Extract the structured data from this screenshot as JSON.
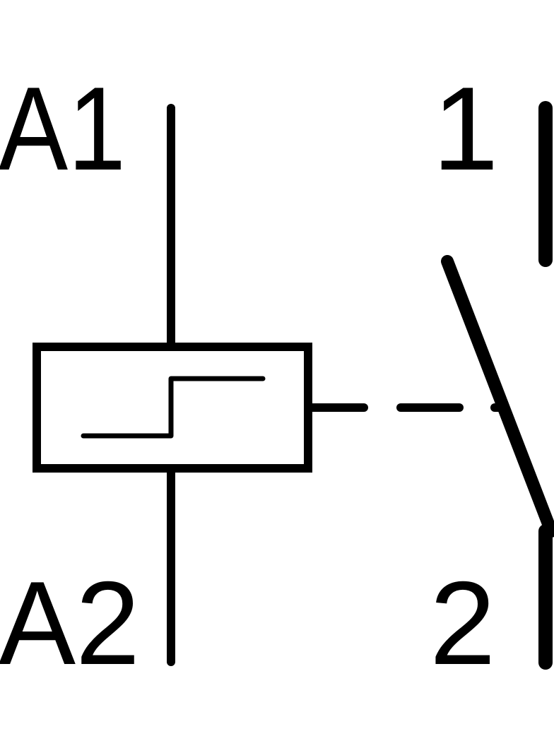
{
  "diagram": {
    "coil_terminals": {
      "top": "A1",
      "bottom": "A2"
    },
    "contact_terminals": {
      "top": "1",
      "bottom": "2"
    },
    "colors": {
      "stroke": "#000000",
      "background": "#ffffff"
    }
  }
}
